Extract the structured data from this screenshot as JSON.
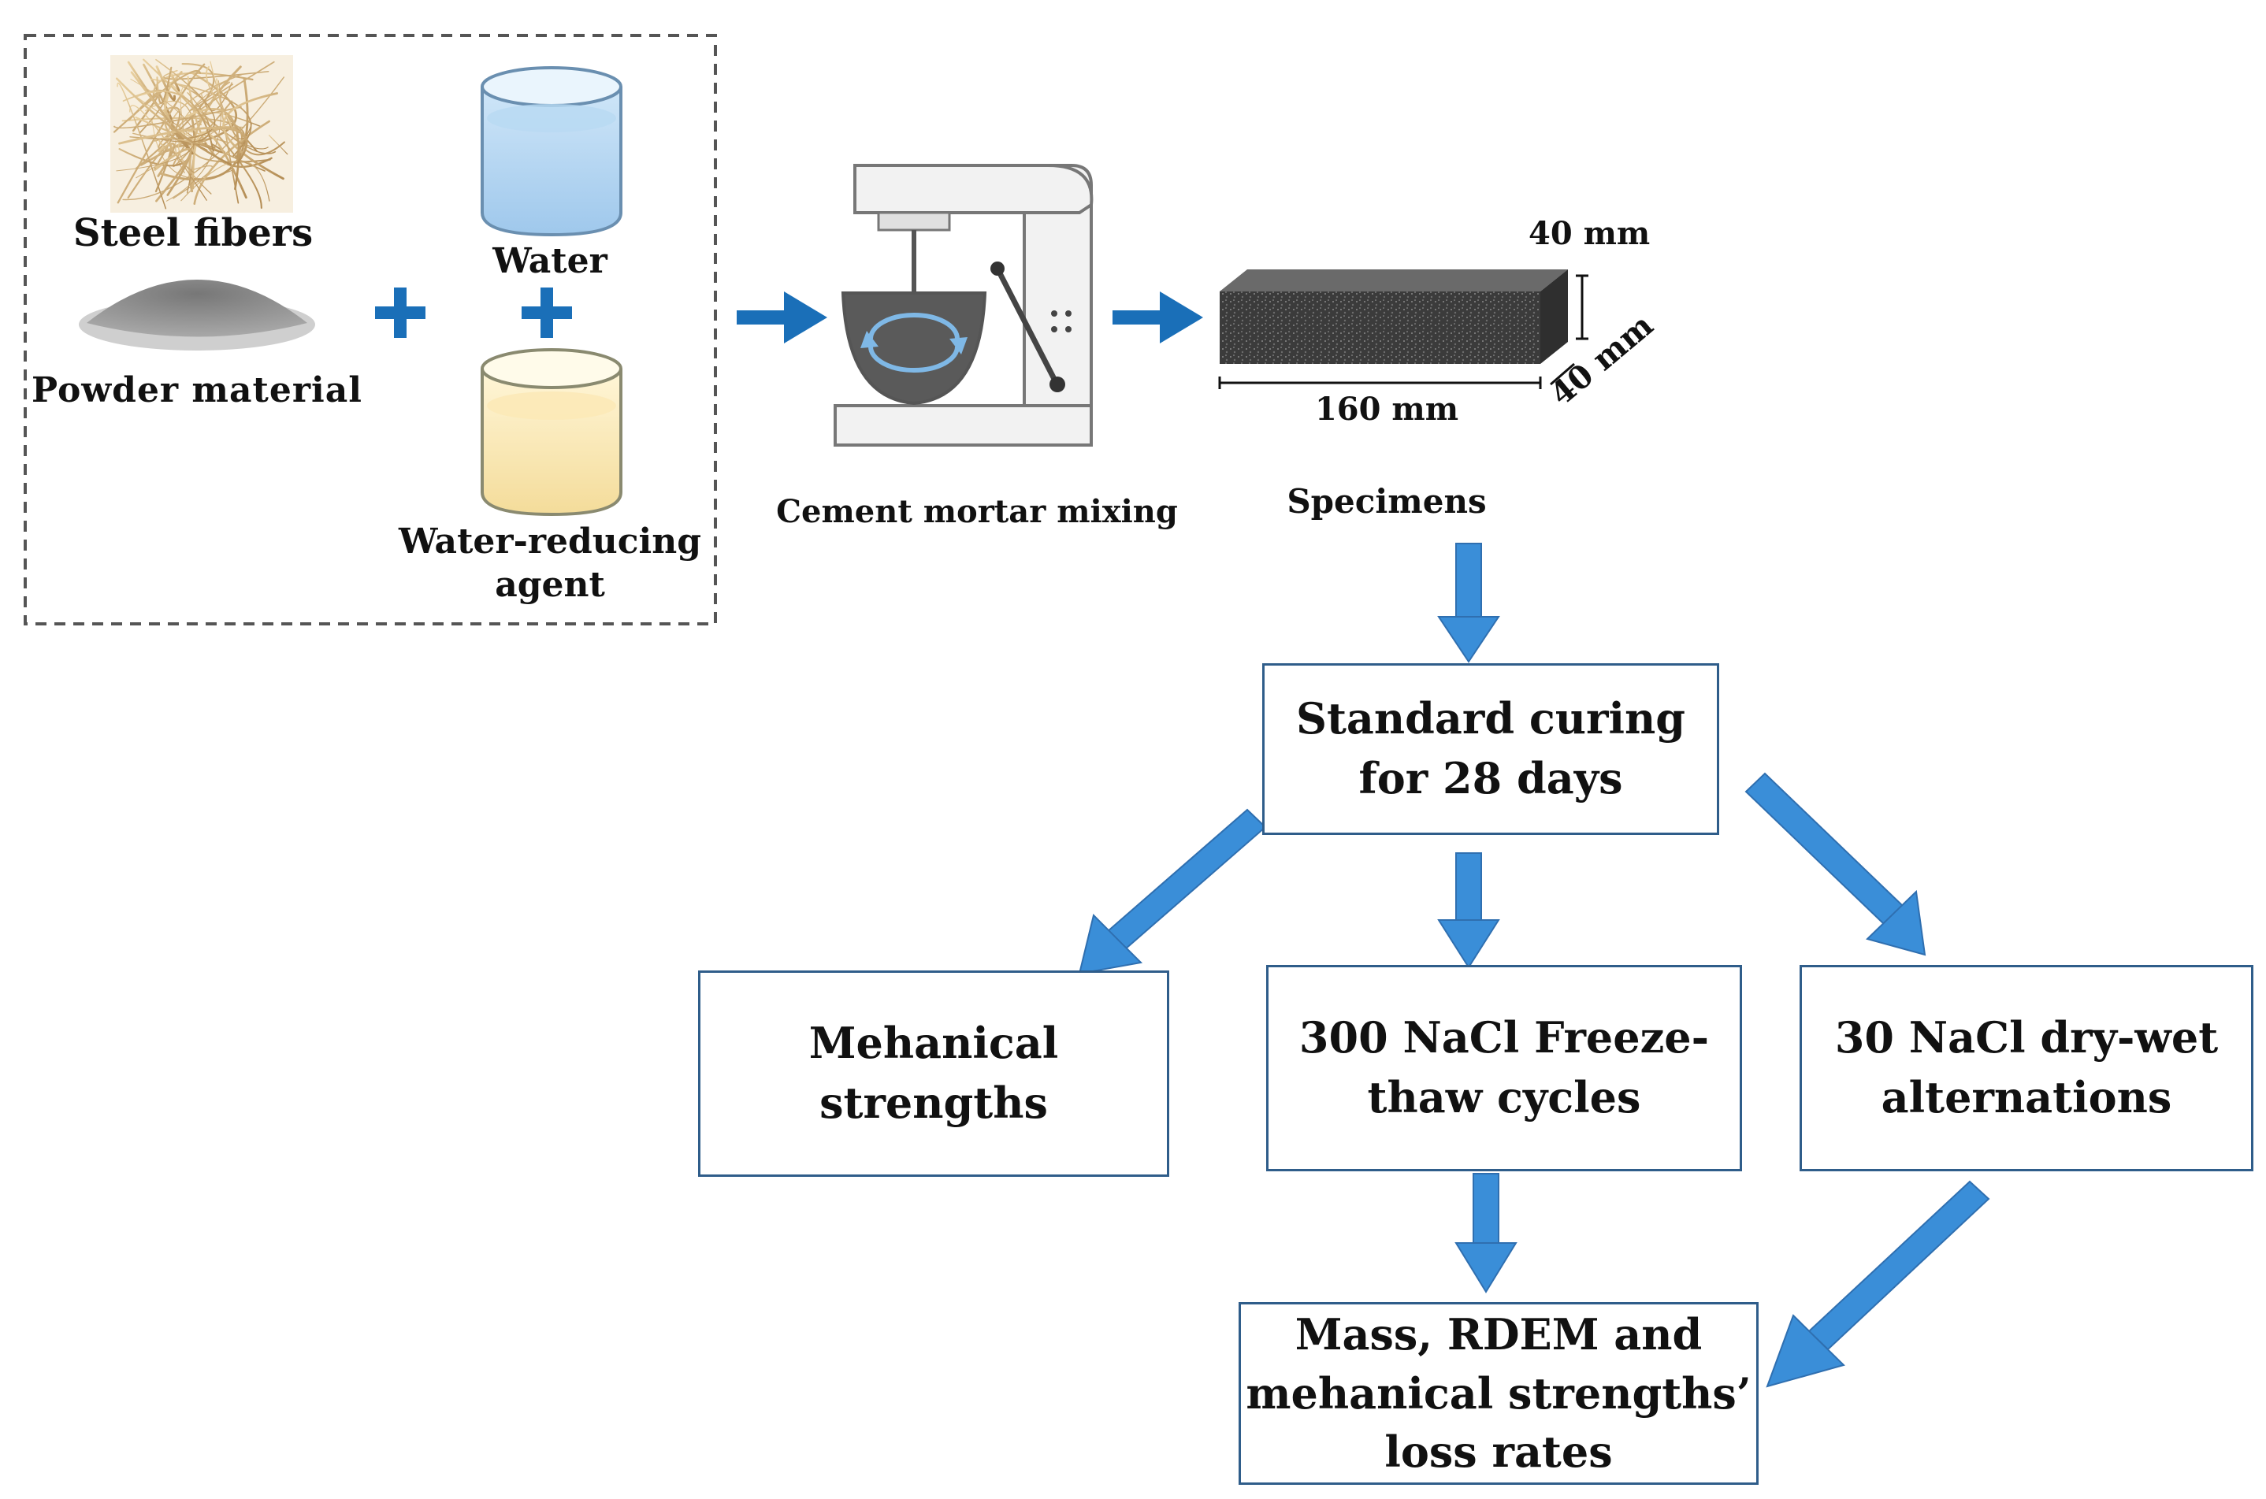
{
  "colors": {
    "arrow": "#3a8ed8",
    "plus": "#1a6fb8",
    "box_border": "#2f5d8a",
    "dash_border": "#555555",
    "specimen": "#3c3c3c"
  },
  "materials": {
    "steel_fibers": "Steel fibers",
    "powder_material": "Powder material",
    "water": "Water",
    "water_reducing_agent": "Water-reducing\nagent"
  },
  "mixing": {
    "label": "Cement mortar mixing"
  },
  "specimen": {
    "label": "Specimens",
    "dim_height": "40 mm",
    "dim_length": "160 mm",
    "dim_depth": "40 mm"
  },
  "flow": {
    "curing": "Standard curing\nfor 28 days",
    "mechanical": "Mehanical\nstrengths",
    "freeze_thaw": "300 NaCl Freeze-\nthaw cycles",
    "dry_wet": "30 NaCl dry-wet\nalternations",
    "result": "Mass, RDEM and\nmehanical strengths’\nloss rates"
  }
}
